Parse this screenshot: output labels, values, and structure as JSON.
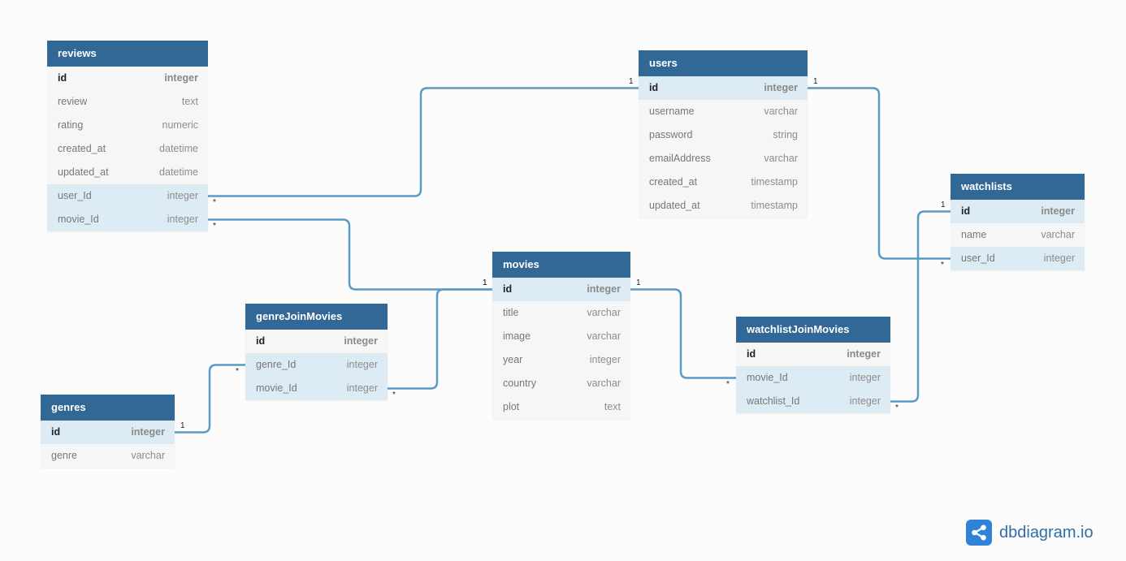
{
  "brand": {
    "logo_text": "dbdiagram.io",
    "accent": "#316896",
    "link_color": "#5a9ac4"
  },
  "tables": {
    "reviews": {
      "name": "reviews",
      "fields": [
        {
          "name": "id",
          "type": "integer"
        },
        {
          "name": "review",
          "type": "text"
        },
        {
          "name": "rating",
          "type": "numeric"
        },
        {
          "name": "created_at",
          "type": "datetime"
        },
        {
          "name": "updated_at",
          "type": "datetime"
        },
        {
          "name": "user_Id",
          "type": "integer"
        },
        {
          "name": "movie_Id",
          "type": "integer"
        }
      ]
    },
    "users": {
      "name": "users",
      "fields": [
        {
          "name": "id",
          "type": "integer"
        },
        {
          "name": "username",
          "type": "varchar"
        },
        {
          "name": "password",
          "type": "string"
        },
        {
          "name": "emailAddress",
          "type": "varchar"
        },
        {
          "name": "created_at",
          "type": "timestamp"
        },
        {
          "name": "updated_at",
          "type": "timestamp"
        }
      ]
    },
    "watchlists": {
      "name": "watchlists",
      "fields": [
        {
          "name": "id",
          "type": "integer"
        },
        {
          "name": "name",
          "type": "varchar"
        },
        {
          "name": "user_Id",
          "type": "integer"
        }
      ]
    },
    "movies": {
      "name": "movies",
      "fields": [
        {
          "name": "id",
          "type": "integer"
        },
        {
          "name": "title",
          "type": "varchar"
        },
        {
          "name": "image",
          "type": "varchar"
        },
        {
          "name": "year",
          "type": "integer"
        },
        {
          "name": "country",
          "type": "varchar"
        },
        {
          "name": "plot",
          "type": "text"
        }
      ]
    },
    "genreJoinMovies": {
      "name": "genreJoinMovies",
      "fields": [
        {
          "name": "id",
          "type": "integer"
        },
        {
          "name": "genre_Id",
          "type": "integer"
        },
        {
          "name": "movie_Id",
          "type": "integer"
        }
      ]
    },
    "watchlistJoinMovies": {
      "name": "watchlistJoinMovies",
      "fields": [
        {
          "name": "id",
          "type": "integer"
        },
        {
          "name": "movie_Id",
          "type": "integer"
        },
        {
          "name": "watchlist_Id",
          "type": "integer"
        }
      ]
    },
    "genres": {
      "name": "genres",
      "fields": [
        {
          "name": "id",
          "type": "integer"
        },
        {
          "name": "genre",
          "type": "varchar"
        }
      ]
    }
  },
  "relationships": [
    {
      "from": "reviews.user_Id",
      "to": "users.id",
      "from_card": "*",
      "to_card": "1"
    },
    {
      "from": "reviews.movie_Id",
      "to": "movies.id",
      "from_card": "*",
      "to_card": "1"
    },
    {
      "from": "watchlists.user_Id",
      "to": "users.id",
      "from_card": "*",
      "to_card": "1"
    },
    {
      "from": "genreJoinMovies.movie_Id",
      "to": "movies.id",
      "from_card": "*",
      "to_card": "1"
    },
    {
      "from": "genreJoinMovies.genre_Id",
      "to": "genres.id",
      "from_card": "*",
      "to_card": "1"
    },
    {
      "from": "watchlistJoinMovies.movie_Id",
      "to": "movies.id",
      "from_card": "*",
      "to_card": "1"
    },
    {
      "from": "watchlistJoinMovies.watchlist_Id",
      "to": "watchlists.id",
      "from_card": "*",
      "to_card": "1"
    }
  ]
}
